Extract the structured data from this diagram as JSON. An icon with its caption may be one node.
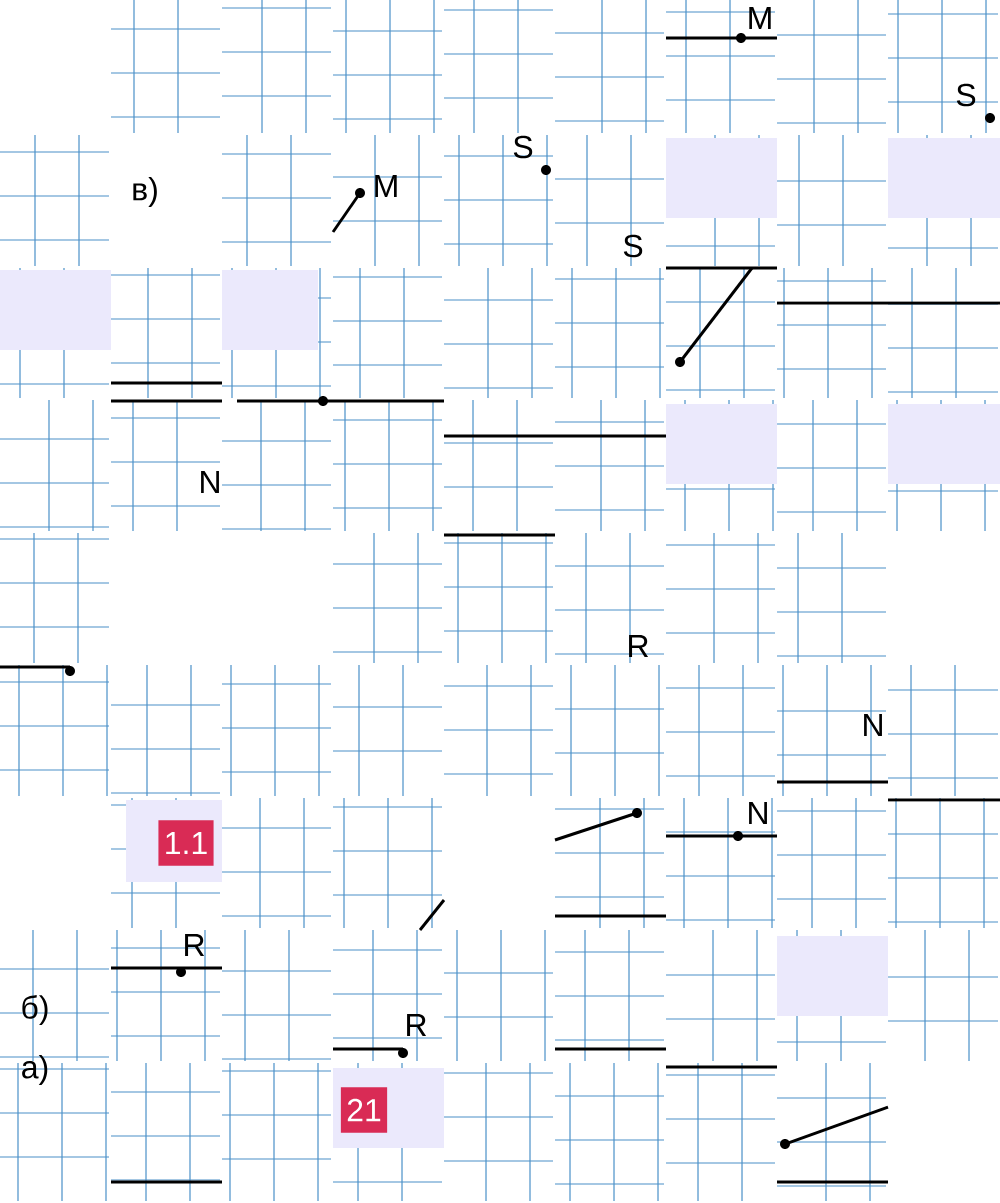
{
  "diagram": {
    "labels": [
      "M",
      "S",
      "в)",
      "M",
      "S",
      "S",
      "N",
      "R",
      "N",
      "1.1",
      "N",
      "R",
      "б)",
      "R",
      "а)",
      "21"
    ]
  }
}
